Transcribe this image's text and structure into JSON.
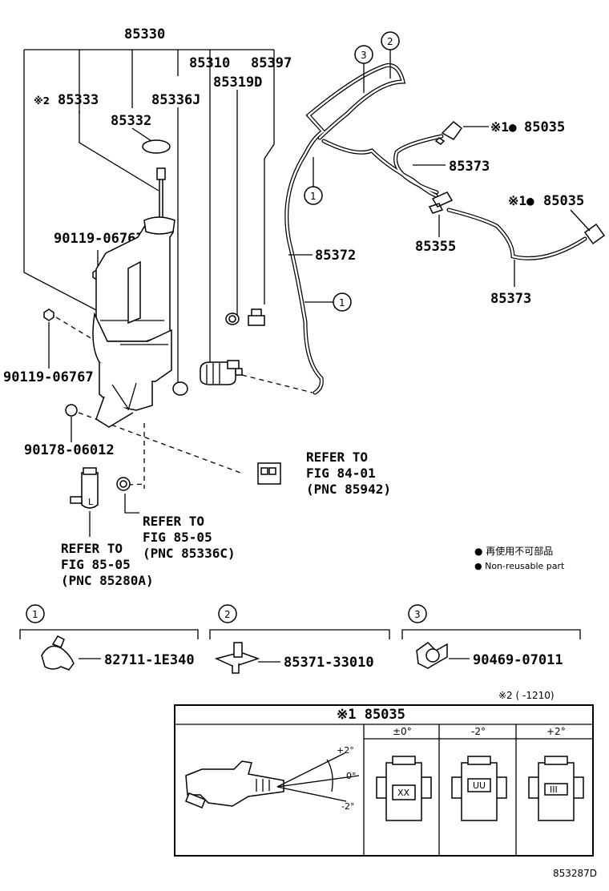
{
  "labels": {
    "p85330": "85330",
    "p85310": "85310",
    "p85397": "85397",
    "p85319d": "85319D",
    "p85333": "85333",
    "p85333_note": "※2",
    "p85336j": "85336J",
    "p85332": "85332",
    "p90119a": "90119-06767",
    "p90119b": "90119-06767",
    "p90178": "90178-06012",
    "p85372": "85372",
    "p85035a": "85035",
    "p85035a_note": "※1●",
    "p85035b": "85035",
    "p85035b_note": "※1●",
    "p85373a": "85373",
    "p85373b": "85373",
    "p85355": "85355",
    "callout1": "1",
    "callout2": "2",
    "callout3": "3"
  },
  "refs": {
    "fig8401": [
      "REFER TO",
      "FIG 84-01",
      "(PNC 85942)"
    ],
    "fig8505a": [
      "REFER TO",
      "FIG 85-05",
      "(PNC 85336C)"
    ],
    "fig8505b": [
      "REFER TO",
      "FIG 85-05",
      "(PNC 85280A)"
    ]
  },
  "legend": {
    "jp": "● 再使用不可部品",
    "en": "● Non-reusable part"
  },
  "sections": [
    {
      "num": "1",
      "part": "82711-1E340"
    },
    {
      "num": "2",
      "part": "85371-33010"
    },
    {
      "num": "3",
      "part": "90469-07011"
    }
  ],
  "note2": "※2 (    -1210)",
  "table": {
    "title": "※1 85035",
    "cols": [
      "±0°",
      "-2°",
      "+2°"
    ],
    "angles": [
      "+2°",
      "0°",
      "-2°"
    ],
    "marks": [
      "XX",
      "UU",
      "III"
    ]
  },
  "footer_code": "853287D"
}
